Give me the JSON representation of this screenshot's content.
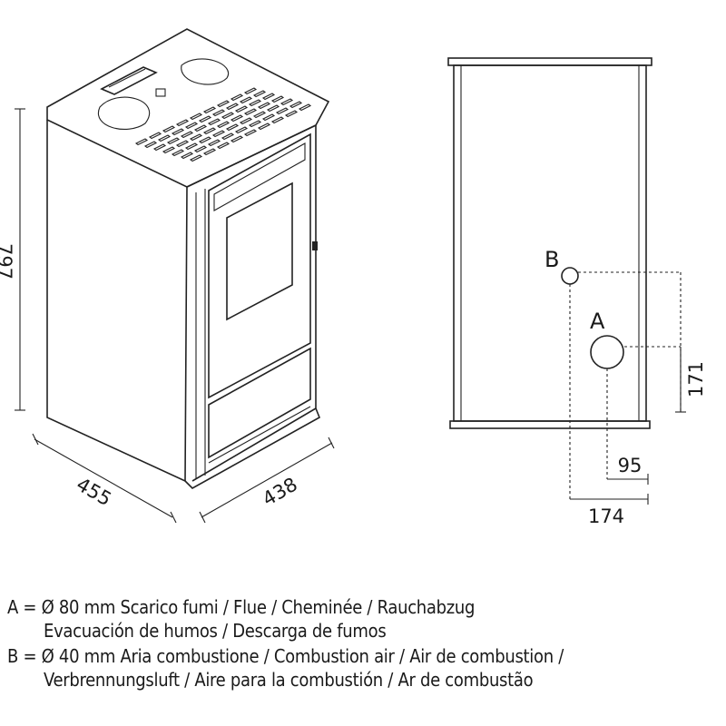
{
  "dimensions": {
    "height": "797",
    "depth": "455",
    "width": "438",
    "flue_height": "171",
    "flue_offset": "95",
    "air_offset": "174"
  },
  "points": {
    "a_label": "A",
    "b_label": "B"
  },
  "legend": {
    "line1": "A = Ø 80 mm  Scarico fumi / Flue / Cheminée / Rauchabzug",
    "line2": "Evacuación de humos / Descarga de fumos",
    "line3": "B = Ø 40 mm  Aria combustione / Combustion air / Air de combustion /",
    "line4": "Verbrennungsluft / Aire para la combustión / Ar de combustão"
  }
}
